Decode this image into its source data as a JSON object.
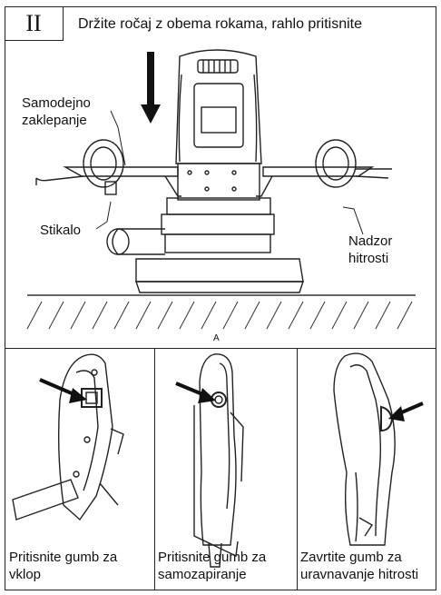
{
  "header": {
    "step": "II",
    "instruction": "Držite ročaj z obema rokama, rahlo pritisnite"
  },
  "main_figure": {
    "label_auto_lock": "Samodejno\nzaklepanje",
    "label_switch": "Stikalo",
    "label_speed": "Nadzor\nhitrosti",
    "figure_letter": "A"
  },
  "panels": [
    {
      "caption": "Pritisnite gumb za\nvklop"
    },
    {
      "caption": "Pritisnite gumb za\nsamozapiranje"
    },
    {
      "caption": "Zavrtite gumb za\nuravnavanje hitrosti"
    }
  ]
}
